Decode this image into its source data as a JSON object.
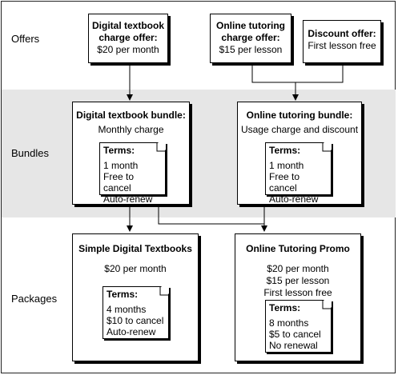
{
  "sections": {
    "offers": "Offers",
    "bundles": "Bundles",
    "packages": "Packages"
  },
  "offers": {
    "digital": {
      "title_1": "Digital textbook",
      "title_2": "charge offer:",
      "line": "$20 per month"
    },
    "tutoring": {
      "title_1": "Online tutoring",
      "title_2": "charge offer:",
      "line": "$15 per lesson"
    },
    "discount": {
      "title": "Discount offer:",
      "line": "First lesson free"
    }
  },
  "bundles": {
    "digital": {
      "title": "Digital textbook bundle:",
      "line": "Monthly charge",
      "terms": {
        "header": "Terms:",
        "items": [
          "1 month",
          "Free to cancel",
          "Auto-renew"
        ]
      }
    },
    "tutoring": {
      "title": "Online tutoring bundle:",
      "line": "Usage charge and discount",
      "terms": {
        "header": "Terms:",
        "items": [
          "1 month",
          "Free to cancel",
          "Auto-renew"
        ]
      }
    }
  },
  "packages": {
    "digital": {
      "title": "Simple Digital Textbooks",
      "line": "$20 per month",
      "terms": {
        "header": "Terms:",
        "items": [
          "4 months",
          "$10 to cancel",
          "Auto-renew"
        ]
      }
    },
    "tutoring": {
      "title": "Online Tutoring Promo",
      "lines": [
        "$20 per month",
        "$15 per lesson",
        "First lesson free"
      ],
      "terms": {
        "header": "Terms:",
        "items": [
          "8 months",
          "$5 to cancel",
          "No renewal"
        ]
      }
    }
  }
}
